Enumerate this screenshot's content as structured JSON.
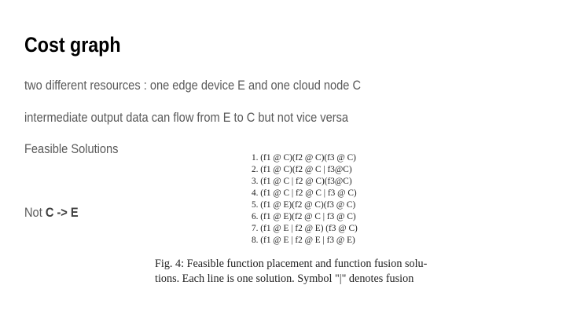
{
  "slide": {
    "title": "Cost graph",
    "line1": "two different resources : one edge device E and one cloud node C",
    "line2": "intermediate output data can flow from E to C but not vice versa",
    "line3": "Feasible Solutions",
    "line4_prefix": "Not ",
    "line4_bold": "C -> E"
  },
  "figure": {
    "solutions": [
      "1. (f1 @ C)(f2 @ C)(f3 @ C)",
      "2. (f1 @ C)(f2 @ C | f3@C)",
      "3. (f1 @ C | f2 @ C)(f3@C)",
      "4. (f1 @ C | f2 @ C | f3 @ C)",
      "5. (f1 @ E)(f2 @ C)(f3 @ C)",
      "6. (f1 @ E)(f2 @ C | f3 @ C)",
      "7. (f1 @ E | f2 @ E) (f3 @ C)",
      "8. (f1 @ E | f2 @ E | f3 @ E)"
    ],
    "caption_line1": "Fig. 4: Feasible function placement and function fusion solu-",
    "caption_line2": "tions. Each line is one solution. Symbol \"|\" denotes fusion"
  }
}
